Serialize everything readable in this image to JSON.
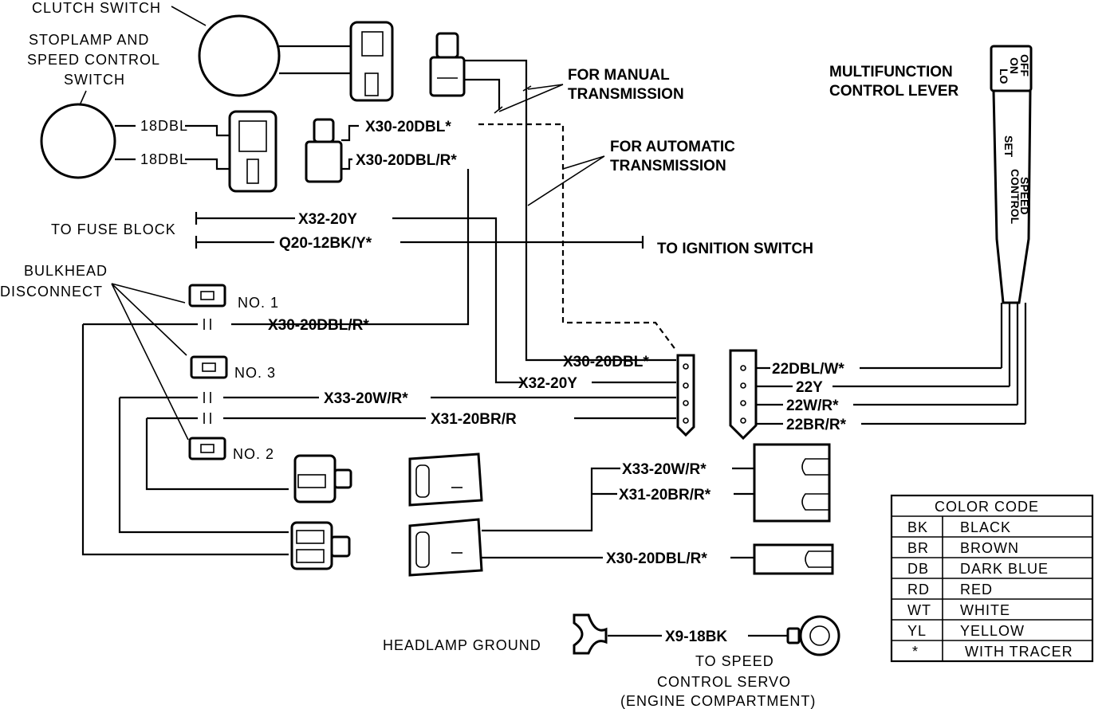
{
  "labels": {
    "clutch_switch": "CLUTCH SWITCH",
    "stoplamp_line1": "STOPLAMP AND",
    "stoplamp_line2": "SPEED CONTROL",
    "stoplamp_line3": "SWITCH",
    "manual_line1": "FOR MANUAL",
    "manual_line2": "TRANSMISSION",
    "auto_line1": "FOR AUTOMATIC",
    "auto_line2": "TRANSMISSION",
    "multifunction_line1": "MULTIFUNCTION",
    "multifunction_line2": "CONTROL LEVER",
    "to_fuse_block": "TO FUSE BLOCK",
    "to_ignition_switch": "TO IGNITION SWITCH",
    "bulkhead_line1": "BULKHEAD",
    "bulkhead_line2": "DISCONNECT",
    "no1": "NO. 1",
    "no3": "NO. 3",
    "no2": "NO. 2",
    "headlamp_ground": "HEADLAMP GROUND",
    "servo_line1": "TO SPEED",
    "servo_line2": "CONTROL SERVO",
    "servo_line3": "(ENGINE COMPARTMENT)"
  },
  "lever_text": {
    "off": "OFF",
    "on": "ON",
    "lo": "LO",
    "set": "SET",
    "speed": "SPEED",
    "control": "CONTROL"
  },
  "wires": {
    "w18dbl_a": "18DBL",
    "w18dbl_b": "18DBL",
    "x30_dbl_top": "X30-20DBL*",
    "x30_dblr_top": "X30-20DBL/R*",
    "x32_20y_top": "X32-20Y",
    "q20": "Q20-12BK/Y*",
    "x30_dblr_mid": "X30-20DBL/R*",
    "x30_dbl_conn": "X30-20DBL*",
    "x32_20y_conn": "X32-20Y",
    "x33_mid": "X33-20W/R*",
    "x31_mid": "X31-20BR/R",
    "w22dblw": "22DBL/W*",
    "w22y": "22Y",
    "w22wr": "22W/R*",
    "w22brr": "22BR/R*",
    "x33_low": "X33-20W/R*",
    "x31_low": "X31-20BR/R*",
    "x30_dblr_low": "X30-20DBL/R*",
    "x9": "X9-18BK"
  },
  "color_code": {
    "title": "COLOR CODE",
    "rows": [
      {
        "code": "BK",
        "color": "BLACK"
      },
      {
        "code": "BR",
        "color": "BROWN"
      },
      {
        "code": "DB",
        "color": "DARK BLUE"
      },
      {
        "code": "RD",
        "color": "RED"
      },
      {
        "code": "WT",
        "color": "WHITE"
      },
      {
        "code": "YL",
        "color": "YELLOW"
      },
      {
        "code": "*",
        "color": "WITH TRACER"
      }
    ]
  }
}
